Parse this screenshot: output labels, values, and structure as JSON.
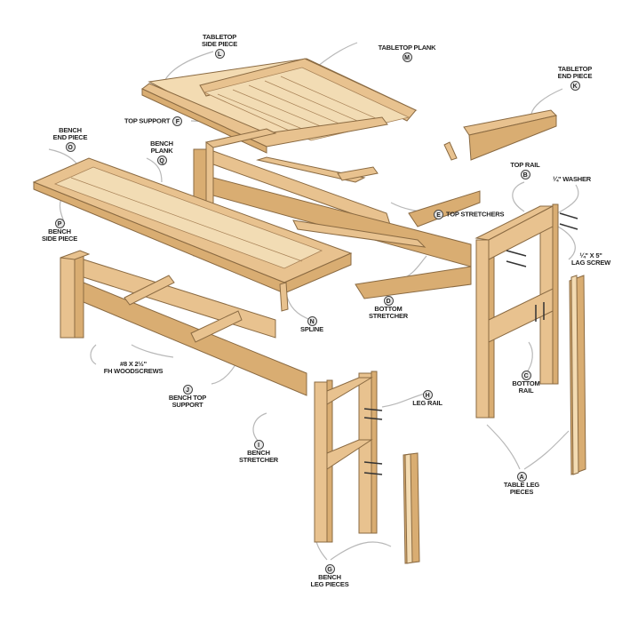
{
  "diagram": {
    "title": "Table and bench exploded view",
    "colors": {
      "wood_light": "#f3dbb2",
      "wood": "#e8c28f",
      "wood_dark": "#d9ad72",
      "outline": "#8a6a42",
      "leader": "#b8b8b8",
      "background": "#ffffff"
    },
    "labels": {
      "tabletop_side_piece": {
        "text": "TABLETOP\nSIDE PIECE",
        "tag": "L"
      },
      "tabletop_plank": {
        "text": "TABLETOP PLANK",
        "tag": "M"
      },
      "tabletop_end_piece": {
        "text": "TABLETOP\nEND PIECE",
        "tag": "K"
      },
      "top_support": {
        "text": "TOP SUPPORT",
        "tag": "F"
      },
      "bench_end_piece": {
        "text": "BENCH\nEND PIECE",
        "tag": "O"
      },
      "bench_plank": {
        "text": "BENCH\nPLANK",
        "tag": "Q"
      },
      "bench_side_piece": {
        "text": "BENCH\nSIDE PIECE",
        "tag": "P"
      },
      "top_rail": {
        "text": "TOP RAIL",
        "tag": "B"
      },
      "washer": {
        "text": "¼\" WASHER"
      },
      "lag_screw": {
        "text": "¼\" x 5\"\nLAG SCREW"
      },
      "top_stretchers": {
        "text": "TOP STRETCHERS",
        "tag": "E"
      },
      "spline": {
        "text": "SPLINE",
        "tag": "N"
      },
      "bottom_stretcher": {
        "text": "BOTTOM\nSTRETCHER",
        "tag": "D"
      },
      "woodscrews": {
        "text": "#8 x 2½\"\nFh WOODSCREWS"
      },
      "bench_top_support": {
        "text": "BENCH TOP\nSUPPORT",
        "tag": "J"
      },
      "leg_rail": {
        "text": "LEG RAIL",
        "tag": "H"
      },
      "bottom_rail": {
        "text": "BOTTOM\nRAIL",
        "tag": "C"
      },
      "bench_stretcher": {
        "text": "BENCH\nSTRETCHER",
        "tag": "I"
      },
      "table_leg_pieces": {
        "text": "TABLE LEG\nPIECES",
        "tag": "A"
      },
      "bench_leg_pieces": {
        "text": "BENCH\nLEG PIECES",
        "tag": "G"
      }
    }
  }
}
